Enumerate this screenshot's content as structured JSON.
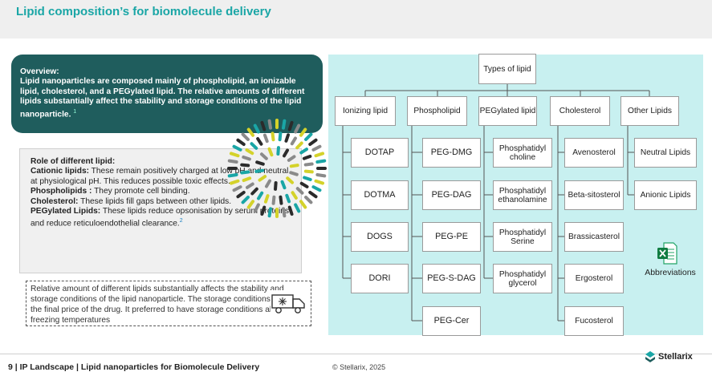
{
  "header": {
    "title": "Lipid composition’s for biomolecule delivery"
  },
  "overview": {
    "heading": "Overview:",
    "body": "Lipid nanoparticles are composed mainly of phospholipid, an ionizable lipid, cholesterol, and a PEGylated lipid. The relative amounts of different lipids substantially affect the stability and storage conditions of the lipid nanoparticle.",
    "ref": "1"
  },
  "roles": {
    "heading": "Role of different lipid:",
    "items": [
      {
        "term": "Cationic lipids:",
        "text": "These remain positively charged at low pH and neutral at physiological pH. This reduces possible toxic effects."
      },
      {
        "term": "Phospholipids :",
        "text": "They promote cell binding."
      },
      {
        "term": "Cholesterol:",
        "text": "These lipids fill gaps between other lipids."
      },
      {
        "term": "PEGylated Lipids:",
        "text": "These lipids reduce opsonisation by serum proteins and reduce reticuloendothelial clearance."
      }
    ],
    "ref": "2"
  },
  "note": {
    "text": "Relative amount of different lipids substantially affects the stability and storage conditions of the lipid nanoparticle. The storage conditions affects the final price of the drug. It preferred to have storage conditions above freezing temperatures"
  },
  "diagram": {
    "root": "Types of lipid",
    "categories": [
      {
        "label": "Ionizing lipid",
        "items": [
          "DOTAP",
          "DOTMA",
          "DOGS",
          "DORI"
        ]
      },
      {
        "label": "Phospholipid",
        "items": [
          "PEG-DMG",
          "PEG-DAG",
          "PEG-PE",
          "PEG-S-DAG",
          "PEG-Cer"
        ]
      },
      {
        "label": "PEGylated lipid",
        "items": [
          "Phosphatidyl choline",
          "Phosphatidyl ethanolamine",
          "Phosphatidyl Serine",
          "Phosphatidyl glycerol"
        ]
      },
      {
        "label": "Cholesterol",
        "items": [
          "Avenosterol",
          "Beta-sitosterol",
          "Brassicasterol",
          "Ergosterol",
          "Fucosterol"
        ]
      },
      {
        "label": "Other Lipids",
        "items": [
          "Neutral Lipids",
          "Anionic Lipids"
        ]
      }
    ]
  },
  "abbreviations": {
    "label": "Abbreviations",
    "icon": "excel-file-icon"
  },
  "footer": {
    "left": "9 | IP Landscape | Lipid nanoparticles for Biomolecule Delivery",
    "center": "© Stellarix, 2025",
    "brand": "Stellarix"
  },
  "colors": {
    "title": "#1aa6a6",
    "overview_bg": "#1f5d5d",
    "diagram_bg": "#c8f0f0"
  }
}
